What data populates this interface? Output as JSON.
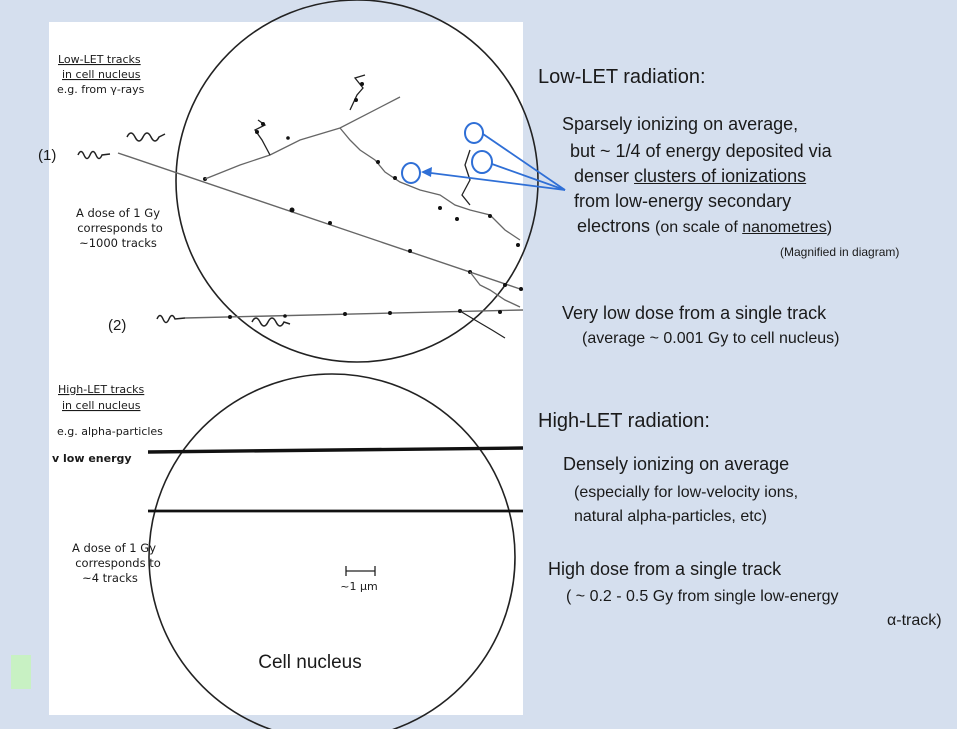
{
  "diagram": {
    "upper_label": {
      "line1": "Low-LET  tracks",
      "line2": "in  cell  nucleus",
      "line3": "e.g. from γ-rays"
    },
    "upper_dose": {
      "line1": "A  dose  of  1 Gy",
      "line2": "corresponds  to",
      "line3": "~1000  tracks"
    },
    "track_1": "(1)",
    "track_2": "(2)",
    "lower_label": {
      "line1": "High-LET  tracks",
      "line2": "in  cell  nucleus",
      "line3": "e.g.  alpha-particles"
    },
    "low_energy": "v low energy",
    "lower_dose": {
      "line1": "A  dose  of  1  Gy",
      "line2": "corresponds  to",
      "line3": "~4  tracks"
    },
    "scale_bar": "~1 μm",
    "cell_nucleus": "Cell nucleus"
  },
  "text": {
    "low_heading": "Low-LET radiation:",
    "low_l1": "Sparsely ionizing on average,",
    "low_l2": "but ~ 1/4 of energy deposited via",
    "low_l3_pre": "denser ",
    "low_l3_u": "clusters of ionizations",
    "low_l4": "from low-energy secondary",
    "low_l5_pre": "electrons ",
    "low_l5_small": "(on scale of ",
    "low_l5_u": "nanometres",
    "low_l5_post": ")",
    "magnified": "(Magnified in diagram)",
    "low_dose_l1": "Very  low dose from a single track",
    "low_dose_l2": "(average ~ 0.001 Gy to cell nucleus)",
    "high_heading": "High-LET  radiation:",
    "high_l1": "Densely ionizing on average",
    "high_l2": "(especially for low-velocity ions,",
    "high_l3": "natural alpha-particles, etc)",
    "high_dose_l1": "High dose from a single track",
    "high_dose_l2": "( ~ 0.2 - 0.5 Gy from single low-energy",
    "high_dose_l3": "α-track)"
  },
  "colors": {
    "background": "#d5dfee",
    "panel": "#ffffff",
    "highlight": "#2f6fd6",
    "marker": "#c8f1c3"
  }
}
